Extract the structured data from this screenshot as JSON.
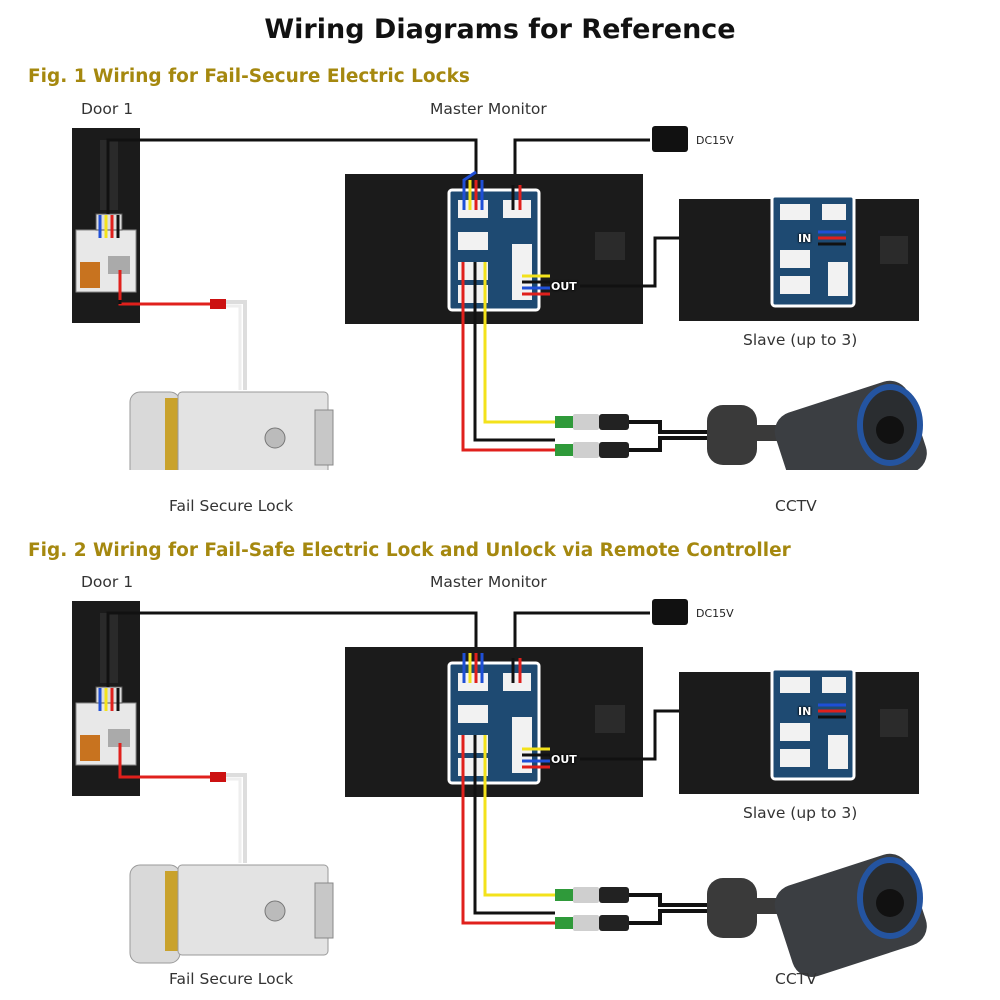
{
  "title": "Wiring Diagrams for Reference",
  "figures": [
    {
      "title": "Fig. 1 Wiring for Fail-Secure Electric Locks",
      "labels": {
        "door": "Door 1",
        "master": "Master Monitor",
        "power": "DC15V",
        "slave": "Slave (up to 3)",
        "lock": "Fail Secure Lock",
        "cctv": "CCTV",
        "in": "IN",
        "out": "OUT"
      }
    },
    {
      "title": "Fig. 2 Wiring for Fail-Safe Electric Lock and Unlock via Remote Controller",
      "labels": {
        "door": "Door 1",
        "master": "Master Monitor",
        "power": "DC15V",
        "slave": "Slave (up to 3)",
        "lock": "Fail Secure Lock",
        "cctv": "CCTV",
        "in": "IN",
        "out": "OUT"
      }
    }
  ],
  "colors": {
    "title": "#111111",
    "fig_title": "#a5880f",
    "wire_red": "#e0201c",
    "wire_yellow": "#f3e21b",
    "wire_blue": "#1f4fd6",
    "wire_black": "#111111",
    "device_black": "#1b1b1b",
    "connector_green": "#2f9a3a"
  },
  "icons": [
    "door-station-icon",
    "electric-lock-icon",
    "monitor-icon",
    "power-adapter-icon",
    "cctv-camera-icon",
    "terminal-board-icon"
  ]
}
